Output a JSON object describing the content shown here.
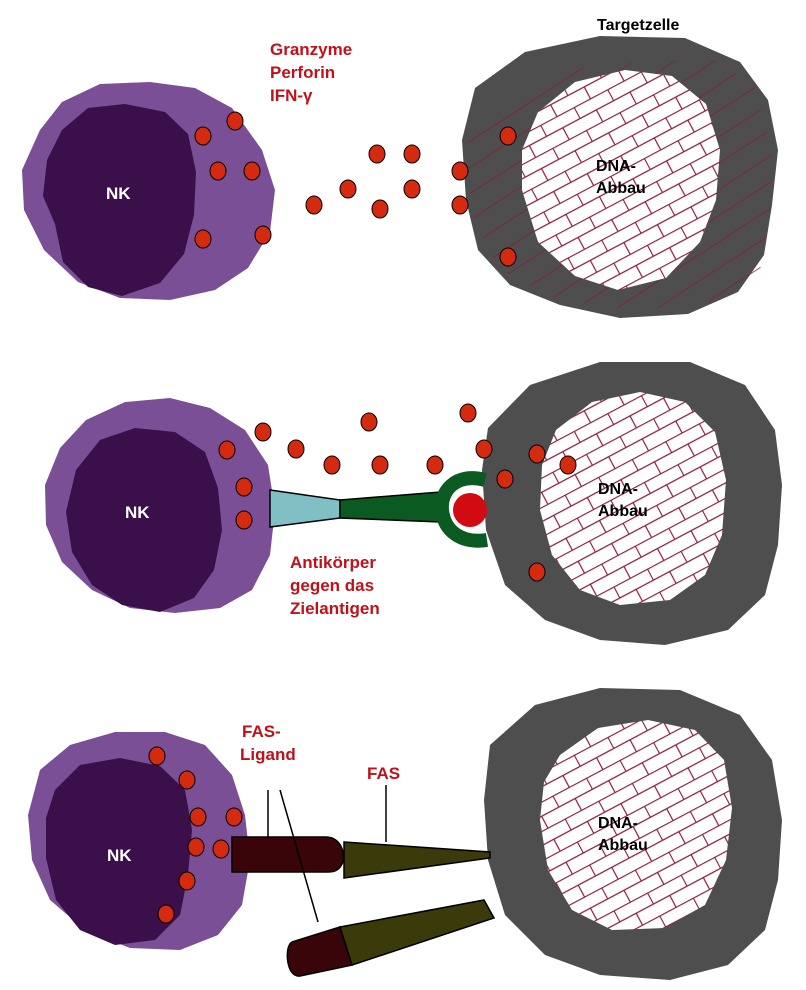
{
  "labels": {
    "granzyme": "Granzyme",
    "perforin": "Perforin",
    "ifn": "IFN-γ",
    "target_cell": "Targetzelle",
    "nk": "NK",
    "dna_line1": "DNA-",
    "dna_line2": "Abbau",
    "antibody_line1": "Antikörper",
    "antibody_line2": "gegen das",
    "antibody_line3": "Zielantigen",
    "fas_ligand_line1": "FAS-",
    "fas_ligand_line2": "Ligand",
    "fas": "FAS"
  },
  "colors": {
    "nk_cytoplasm": "#7a4f96",
    "nk_nucleus": "#3a0f4a",
    "target_cytoplasm": "#4e4e4e",
    "brick_pattern": "#8a1a3a",
    "granule": "#d42a10",
    "label_red": "#c0101a",
    "antibody_fab": "#80c0c4",
    "antibody_fc": "#0b5a22",
    "antigen": "#d20a12",
    "fas_ligand": "#3a0508",
    "fas_receptor": "#3a3a0a"
  }
}
